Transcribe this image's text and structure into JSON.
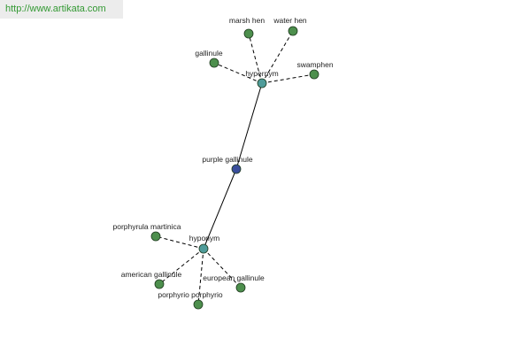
{
  "source": {
    "link_text": "http://www.artikata.com"
  },
  "colors": {
    "center_node": "#3a4e9c",
    "relation_node": "#4f9c9a",
    "leaf_node": "#4d8f4d",
    "edge": "#000000",
    "link": "#339933"
  },
  "graph": {
    "center": {
      "id": "center",
      "label": "purple gallinule",
      "kind": "center"
    },
    "relations": [
      {
        "id": "hypernym",
        "label": "hypernym",
        "kind": "relation",
        "children": [
          {
            "id": "marsh-hen",
            "label": "marsh hen",
            "kind": "leaf"
          },
          {
            "id": "water-hen",
            "label": "water hen",
            "kind": "leaf"
          },
          {
            "id": "gallinule",
            "label": "gallinule",
            "kind": "leaf"
          },
          {
            "id": "swamphen",
            "label": "swamphen",
            "kind": "leaf"
          }
        ]
      },
      {
        "id": "hyponym",
        "label": "hyponym",
        "kind": "relation",
        "children": [
          {
            "id": "porphyrula-martinica",
            "label": "porphyrula martinica",
            "kind": "leaf"
          },
          {
            "id": "american-gallinule",
            "label": "american gallinule",
            "kind": "leaf"
          },
          {
            "id": "european-gallinule",
            "label": "european gallinule",
            "kind": "leaf"
          },
          {
            "id": "porphyrio-porphyrio",
            "label": "porphyrio porphyrio",
            "kind": "leaf"
          }
        ]
      }
    ]
  }
}
